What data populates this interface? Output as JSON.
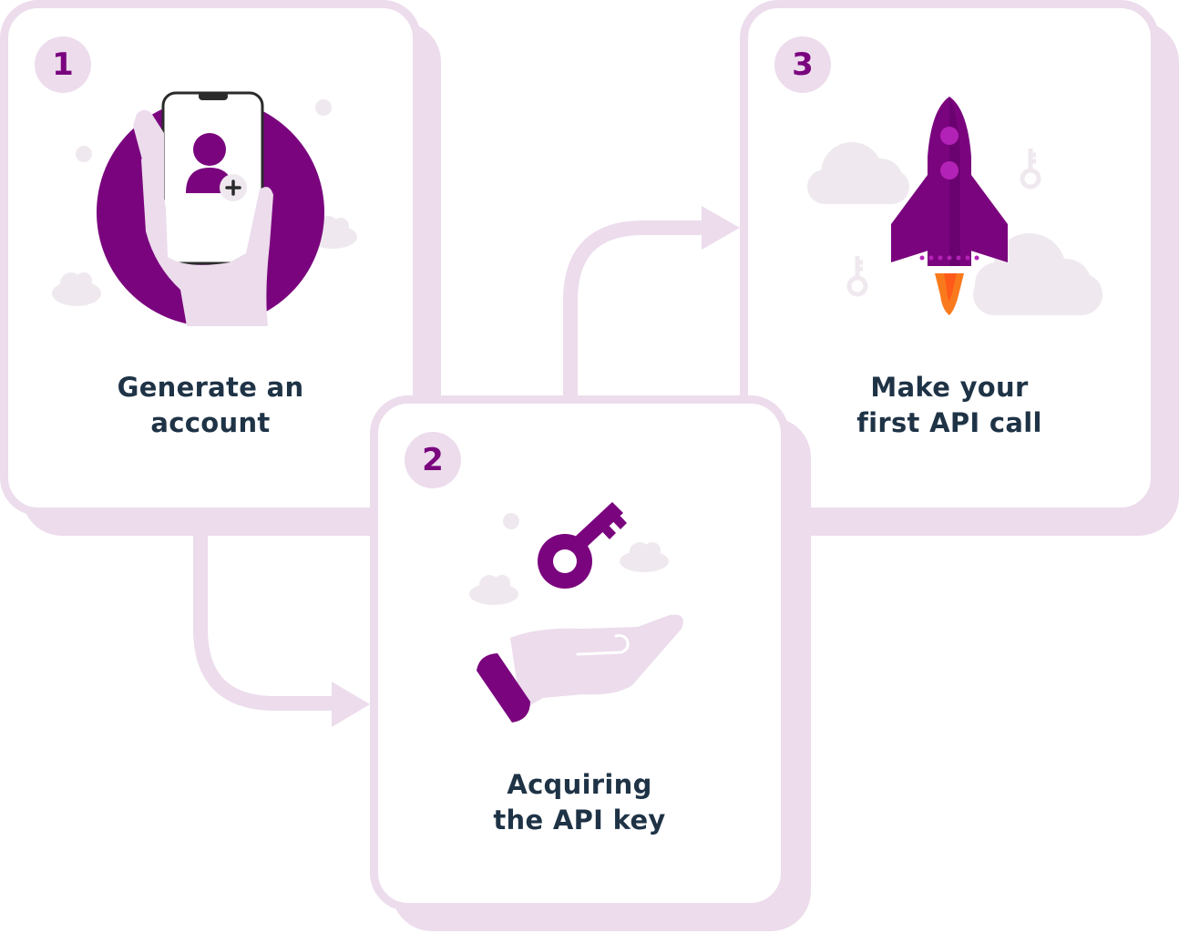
{
  "steps": [
    {
      "number": "1",
      "line1": "Generate an",
      "line2": "account",
      "icon": "phone-add-user-icon"
    },
    {
      "number": "2",
      "line1": "Acquiring",
      "line2": "the API key",
      "icon": "key-in-hand-icon"
    },
    {
      "number": "3",
      "line1": "Make your",
      "line2": "first API call",
      "icon": "rocket-icon"
    }
  ],
  "colors": {
    "accent": "#7a047e",
    "soft": "#ecdcec",
    "cloud": "#efe9ef",
    "text": "#1f3346",
    "flame": "#f97a1d"
  }
}
